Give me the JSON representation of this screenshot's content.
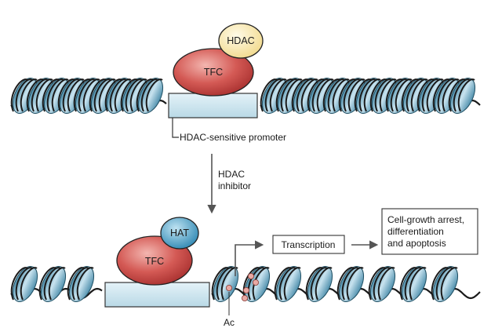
{
  "top": {
    "hdac_label": "HDAC",
    "tfc_label": "TFC",
    "promoter_label": "HDAC-sensitive promoter"
  },
  "arrow": {
    "line1": "HDAC",
    "line2": "inhibitor"
  },
  "bottom": {
    "hat_label": "HAT",
    "tfc_label": "TFC",
    "transcription_label": "Transcription",
    "outcome_line1": "Cell-growth arrest,",
    "outcome_line2": "differentiation",
    "outcome_line3": "and apoptosis",
    "acetyl_label": "Ac"
  },
  "colors": {
    "nucleosome": "#7fb6cf",
    "nucleosome_dark": "#2f6f88",
    "promoter_box": "#cde6f0",
    "tfc": "#c8494b",
    "hdac": "#f7e6a8",
    "hat": "#4fa3c9",
    "acetyl": "#e8a9a3"
  },
  "nucleosome_icon": "nucleosome-spiral-icon"
}
